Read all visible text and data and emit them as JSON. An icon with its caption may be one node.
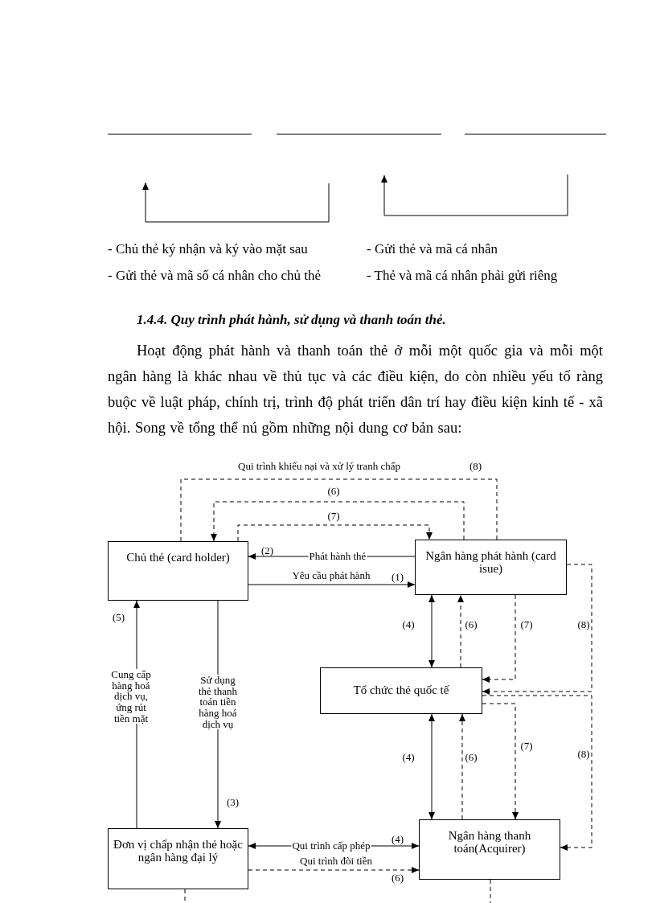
{
  "diagram": {
    "title": "1.4.4. Quy trình phát hành, sử dụng và thanh toán thẻ.",
    "nodes": [
      {
        "text": [
          "Chủ thẻ (card holder)"
        ]
      },
      {
        "text": [
          "Ngân hàng phát hành (card isue)"
        ]
      },
      {
        "text": [
          "Tổ chức thẻ quốc tế"
        ]
      },
      {
        "text": [
          "Đơn vị chấp nhận thẻ hoặc ngân hàng đại lý"
        ]
      },
      {
        "text": [
          "Ngân hàng thanh toán(Acquirer)"
        ]
      }
    ],
    "edges": [
      {
        "from": 1,
        "to": 0,
        "arrow": "to",
        "label": "Phát hành thẻ"
      },
      {
        "from": 0,
        "to": 1,
        "arrow": "to",
        "label": "Yêu cầu phát hành"
      },
      {
        "from": 3,
        "to": 0,
        "arrow": "to",
        "label": "Cung cấp hàng hoá dịch vụ, ứng rút tiền mặt"
      },
      {
        "from": 0,
        "to": 3,
        "arrow": "to",
        "label": "Sử dụng thẻ thanh toán tiền hàng hoá dịch vụ"
      },
      {
        "from": 1,
        "to": 2,
        "arrow": "both",
        "label": "(4)"
      },
      {
        "from": 2,
        "to": 1,
        "arrow": "to",
        "label": "(6)",
        "style": "dashed"
      },
      {
        "from": 1,
        "to": 2,
        "arrow": "to",
        "label": "(7)",
        "style": "dashed"
      },
      {
        "from": 1,
        "to": 2,
        "arrow": "to",
        "label": "(8)",
        "style": "dashed"
      },
      {
        "from": 4,
        "to": 2,
        "arrow": "both",
        "label": "(4)"
      },
      {
        "from": 4,
        "to": 2,
        "arrow": "to",
        "label": "(6)",
        "style": "dashed"
      },
      {
        "from": 2,
        "to": 4,
        "arrow": "to",
        "label": "(7)",
        "style": "dashed"
      },
      {
        "from": 2,
        "to": 4,
        "arrow": "to",
        "label": "(8)",
        "style": "dashed"
      },
      {
        "from": 4,
        "to": 3,
        "arrow": "both",
        "label": "Qui trình cấp phép"
      },
      {
        "from": 3,
        "to": 4,
        "arrow": "to",
        "label": "Qui trình đòi tiền",
        "style": "dashed"
      },
      {
        "from": 0,
        "to": 1,
        "arrow": "none",
        "label": "Qui trình khiếu nại và xử lý tranh chấp",
        "style": "dashed"
      },
      {
        "from": 1,
        "to": 0,
        "arrow": "to",
        "label": "(6)",
        "style": "dashed"
      },
      {
        "from": 0,
        "to": 1,
        "arrow": "to",
        "label": "(7)",
        "style": "dashed"
      },
      {
        "from": 3,
        "to": null,
        "arrow": "none",
        "style": "dashed"
      },
      {
        "from": 4,
        "to": null,
        "arrow": "none",
        "style": "dashed"
      }
    ],
    "labels": [
      "- Chủ thẻ ký nhận và ký vào mặt sau",
      "- Gửi thẻ và mã cá nhân",
      "- Gửi thẻ và mã số cá nhân cho chủ thẻ",
      "- Thẻ và mã cá nhân phải gửi riêng",
      "Hoạt động phát hành và thanh toán thẻ ở mỗi một quốc gia và mỗi một ngân hàng là khác nhau về thủ tục và các điều kiện, do còn nhiều yếu tố ràng buộc về luật pháp, chính trị, trình độ phát triển dân trí hay điều kiện kinh tế - xã hội. Song về tổng thể nú gồm những nội dung cơ bản sau:",
      "(8)",
      "(2)",
      "(1)",
      "(5)",
      "(3)",
      "(4)",
      "(6)"
    ]
  }
}
